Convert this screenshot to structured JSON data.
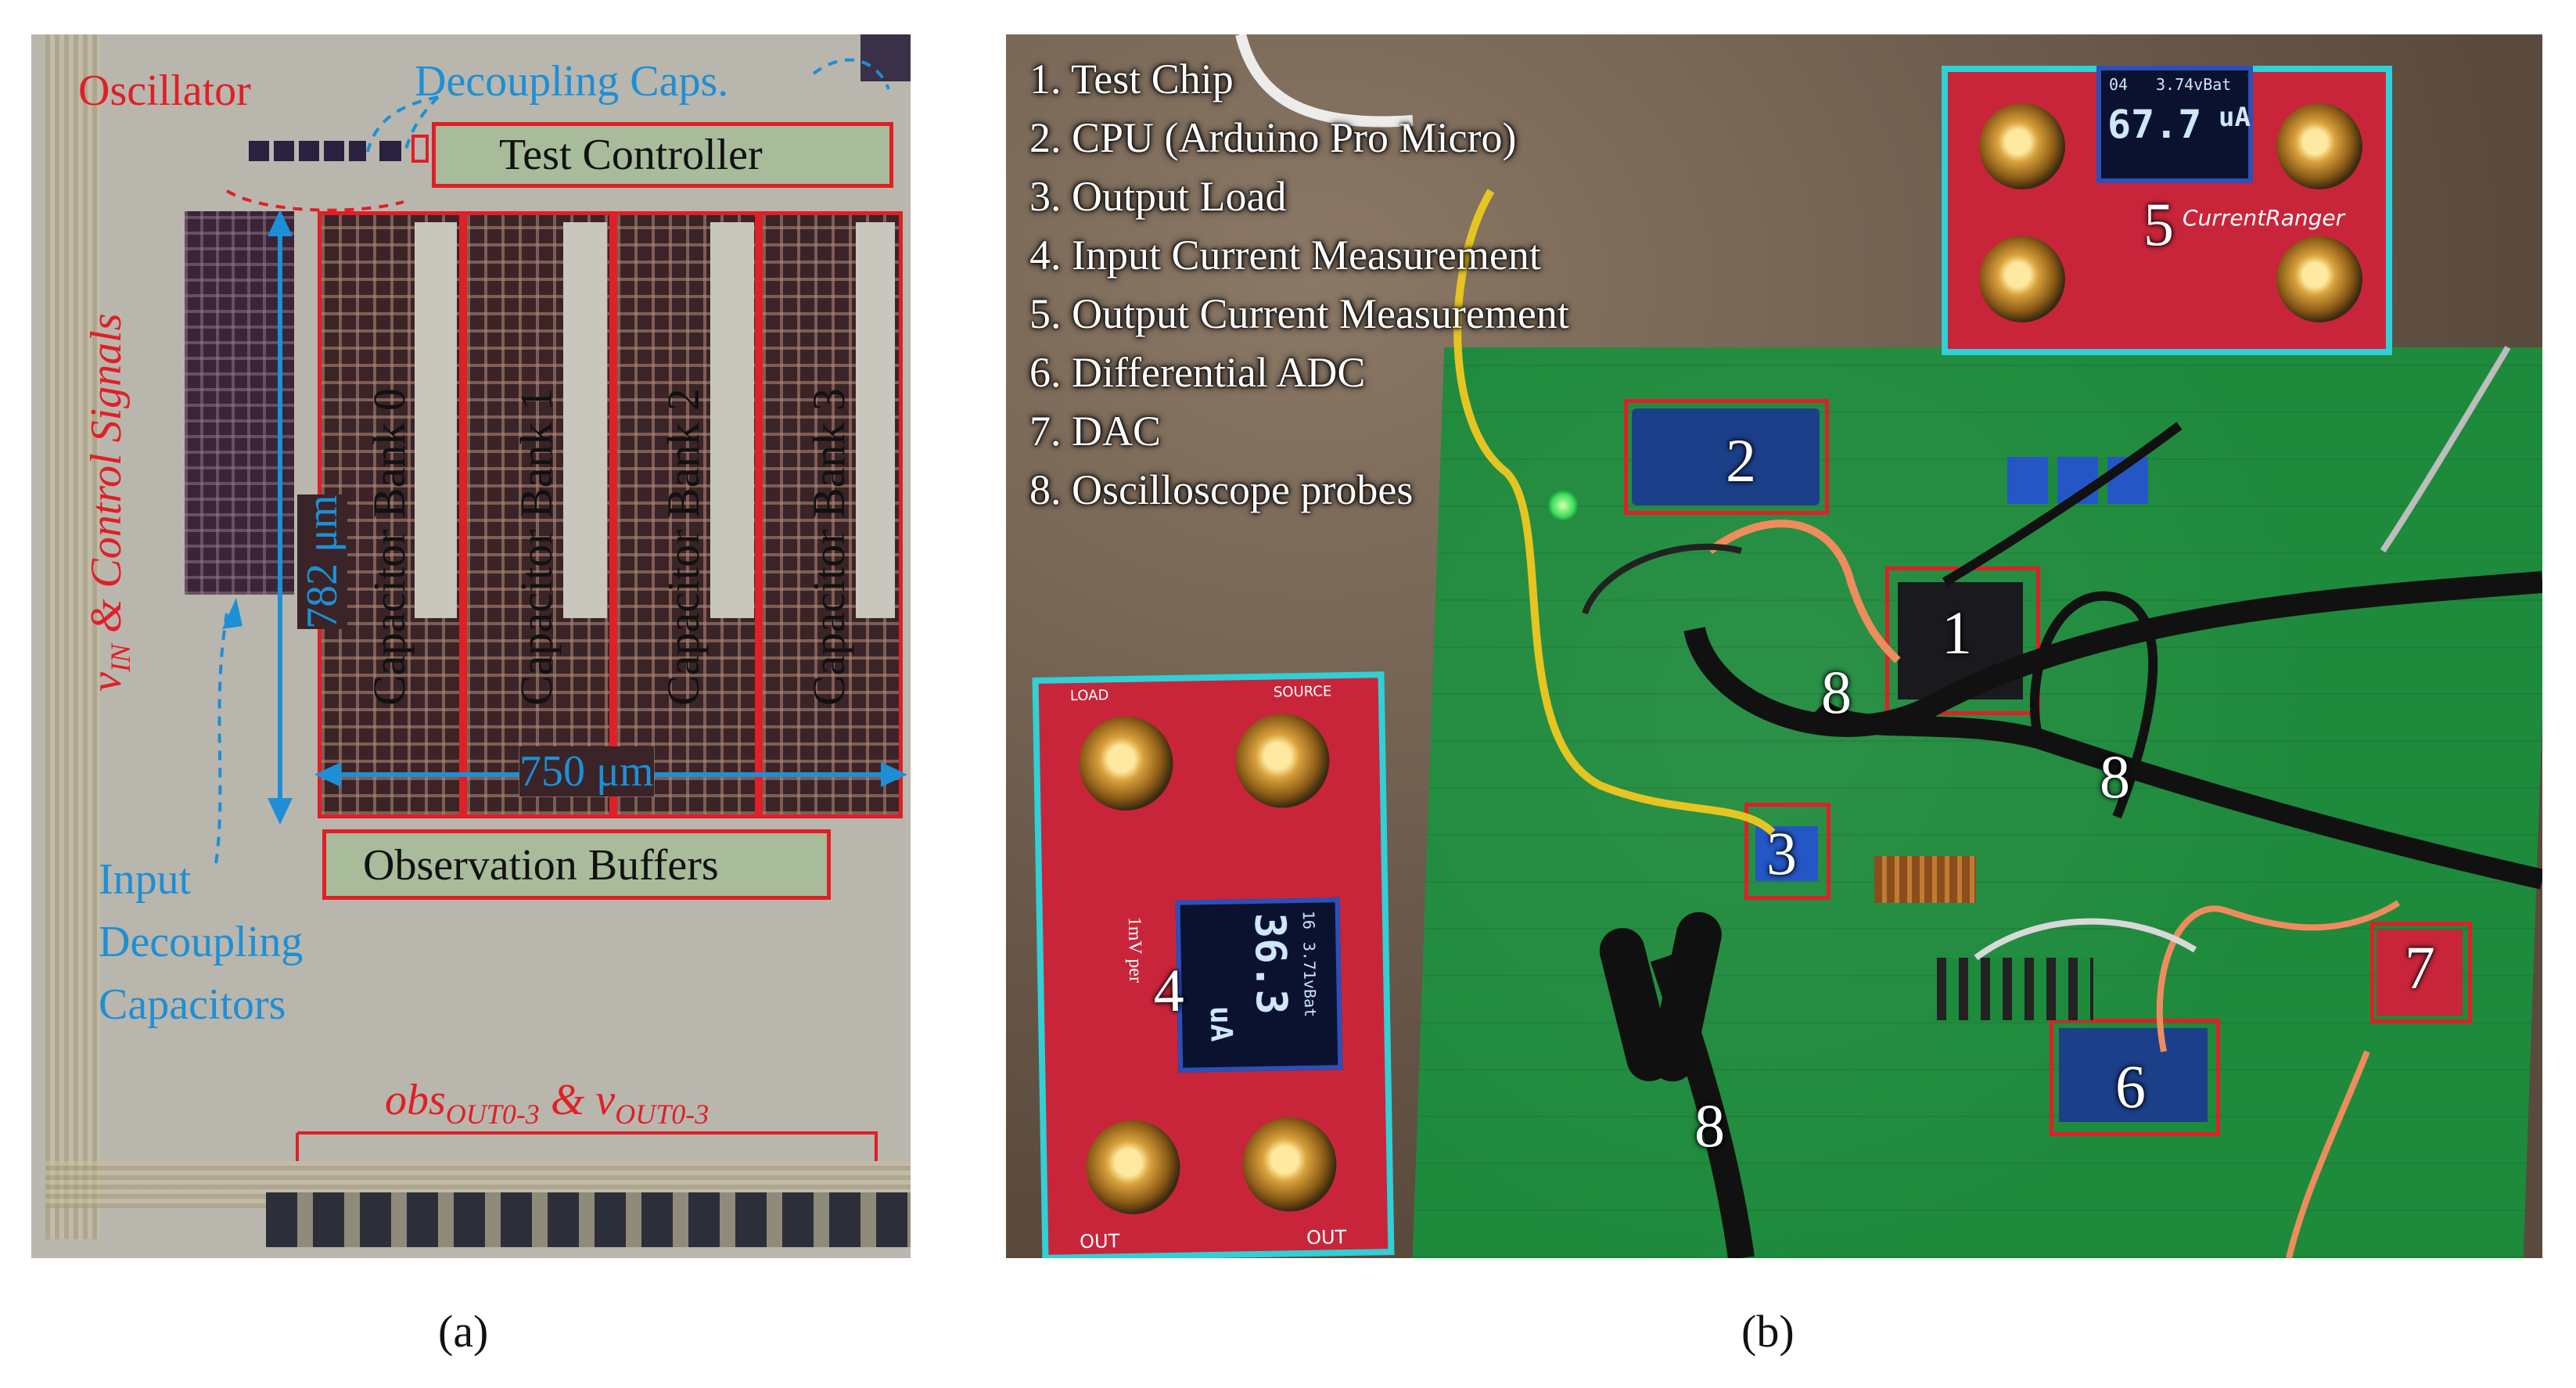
{
  "panel_a": {
    "labels": {
      "oscillator": "Oscillator",
      "decoupling_caps": "Decoupling Caps.",
      "test_controller": "Test Controller",
      "vin_control_main": "v",
      "vin_control_sub": "IN",
      "vin_control_rest": " & Control Signals",
      "height_dim": "782 μm",
      "width_dim": "750 μm",
      "observation_buffers": "Observation Buffers",
      "input_decoupling": [
        "Input",
        "Decoupling",
        "Capacitors"
      ],
      "obs_main": "obs",
      "obs_sub": "OUT0-3",
      "obs_amp": " & v",
      "vout_sub": "OUT0-3"
    },
    "banks": [
      "Capacitor Bank 0",
      "Capacitor Bank 1",
      "Capacitor Bank 2",
      "Capacitor Bank 3"
    ]
  },
  "panel_b": {
    "legend": [
      "1.  Test Chip",
      "2.  CPU  (Arduino Pro Micro)",
      "3.  Output Load",
      "4.  Input Current Measurement",
      "5.  Output Current Measurement",
      "6.  Differential ADC",
      "7.  DAC",
      "8.  Oscilloscope probes"
    ],
    "markers": {
      "m1": "1",
      "m2": "2",
      "m3": "3",
      "m4": "4",
      "m5": "5",
      "m6": "6",
      "m7": "7",
      "m8a": "8",
      "m8b": "8",
      "m8c": "8"
    },
    "display_top": {
      "value": "67.7",
      "unit": "uA",
      "header_left": "04",
      "header_right": "3.74vBat",
      "brand": "CurrentRanger"
    },
    "display_left": {
      "value": "36.3",
      "unit": "uA",
      "header_right": "3.71vBat",
      "header_left": "16"
    },
    "silk": {
      "out": "OUT",
      "load": "LOAD",
      "source": "SOURCE",
      "range_note": "1mV per"
    }
  },
  "captions": {
    "a": "(a)",
    "b": "(b)"
  },
  "colors": {
    "annotation_red": "#e01f26",
    "annotation_blue": "#1d8fd6",
    "pcb_green": "#1e8a3c",
    "ranger_red": "#c9253a",
    "outline_cyan": "#2fd0d6"
  }
}
